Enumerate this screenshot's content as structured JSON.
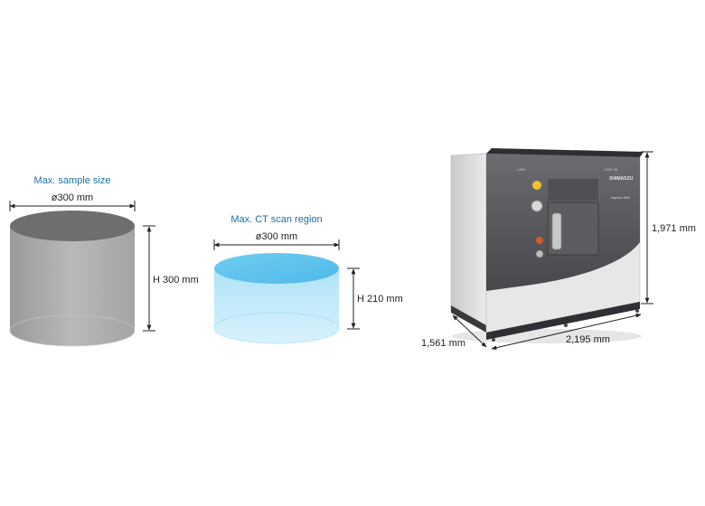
{
  "sample": {
    "title": "Max. sample size",
    "diameter": "ø300 mm",
    "height": "H 300 mm"
  },
  "scan": {
    "title": "Max. CT scan region",
    "diameter": "ø300 mm",
    "height": "H 210 mm"
  },
  "machine": {
    "height": "1,971 mm",
    "depth": "1,561 mm",
    "width": "2,195 mm",
    "brand": "SHIMADZU",
    "model": "inspeXio SMX",
    "door_label_left": "X-RAY",
    "door_label_right": "X-RAY ON"
  },
  "colors": {
    "title_blue": "#1a6fa8",
    "gray_cylinder": "#a9a9a9",
    "blue_cylinder": "#9fdcf6",
    "machine_dark": "#55575b",
    "machine_light": "#dcdcdc"
  }
}
